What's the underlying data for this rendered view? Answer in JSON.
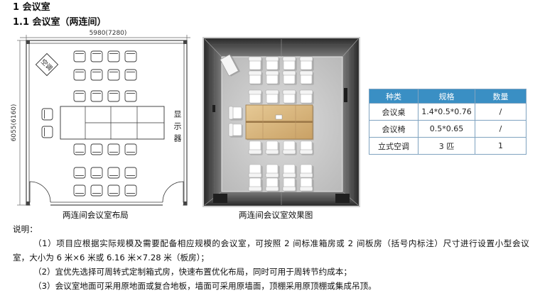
{
  "document": {
    "section_heading": "1 会议室",
    "subsection_heading": "1.1 会议室（两连间）"
  },
  "floor_plan": {
    "caption": "两连间会议室布局",
    "width_dimension": "5980(7280)",
    "height_dimension": "6055(6160)",
    "air_conditioner_label": "空调",
    "display_label": "显示器"
  },
  "render_view": {
    "caption": "两连间会议室效果图"
  },
  "spec_table": {
    "header_color": "#3a8fc4",
    "headers": [
      "种类",
      "规格",
      "数量"
    ],
    "rows": [
      [
        "会议桌",
        "1.4*0.5*0.76",
        "/"
      ],
      [
        "会议椅",
        "0.5*0.65",
        "/"
      ],
      [
        "立式空调",
        "3 匹",
        "1"
      ]
    ]
  },
  "notes": {
    "label": "说明：",
    "items": [
      {
        "lines": [
          "（1）项目应根据实际规模及需要配备相应规模的会议室，可按照 2 间标准箱房或 2 间板房（括号内标注）尺寸进行设置小型会议",
          "室，大小为 6 米×6 米或 6.16 米×7.28 米（板房）；"
        ]
      },
      {
        "lines": [
          "（2）宜优先选择可周转式定制箱式房，快速布置优化布局，同时可用于周转节约成本；"
        ]
      },
      {
        "lines": [
          "（3）会议室地面可采用原地面或复合地板，墙面可采用原墙面，顶棚采用原顶棚或集成吊顶。"
        ]
      }
    ]
  }
}
